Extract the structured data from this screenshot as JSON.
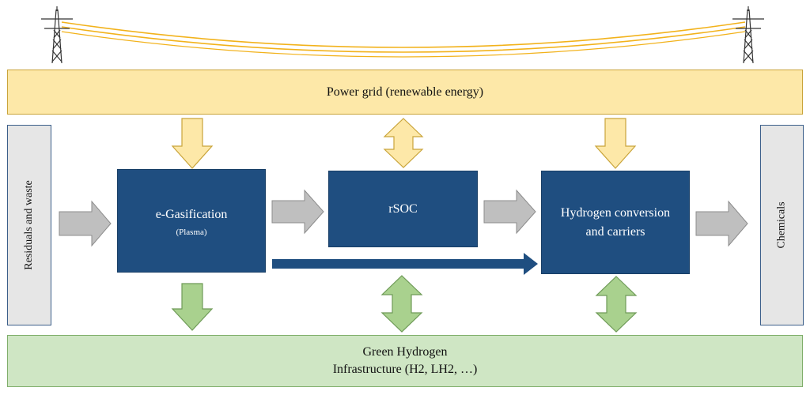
{
  "power_grid": {
    "label": "Power grid (renewable energy)"
  },
  "residuals": {
    "label": "Residuals and waste"
  },
  "chemicals": {
    "label": "Chemicals"
  },
  "e_gasification": {
    "title": "e-Gasification",
    "subtitle": "(Plasma)"
  },
  "rsoc": {
    "title": "rSOC"
  },
  "hydrogen_conversion": {
    "title_line1": "Hydrogen conversion",
    "title_line2": "and carriers"
  },
  "green_hydrogen": {
    "line1": "Green Hydrogen",
    "line2": "Infrastructure (H2, LH2, …)"
  },
  "colors": {
    "grid_fill": "#fde8a8",
    "hydrogen_fill": "#cfe6c4",
    "process_box": "#1f4e80",
    "flow_arrow": "#bfbfbf",
    "power_line": "#f2b21b"
  },
  "icons": [
    "power-pylon-icon",
    "power-line-icon"
  ]
}
